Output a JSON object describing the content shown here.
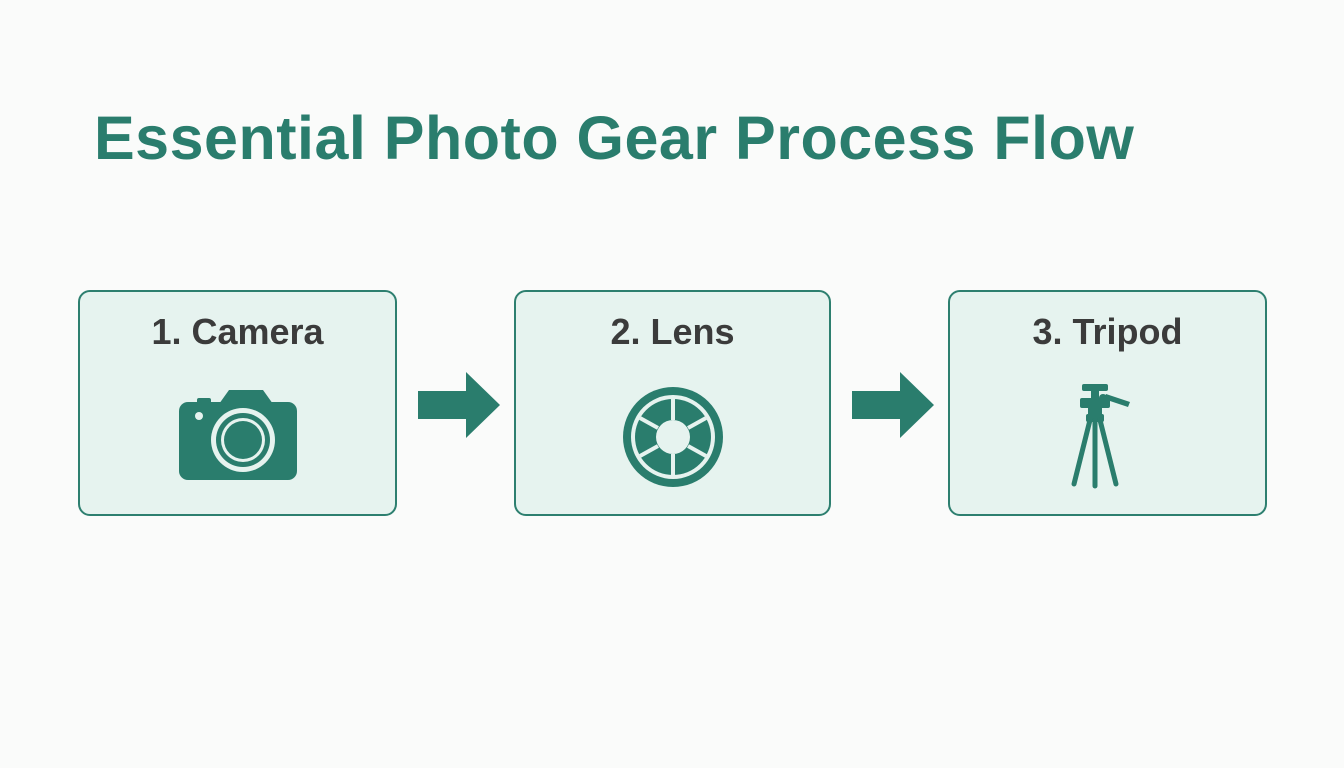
{
  "title": "Essential Photo Gear Process Flow",
  "steps": [
    {
      "label": "1. Camera",
      "icon": "camera-icon"
    },
    {
      "label": "2. Lens",
      "icon": "lens-icon"
    },
    {
      "label": "3. Tripod",
      "icon": "tripod-icon"
    }
  ],
  "colors": {
    "accent": "#2a7d6d",
    "box_fill": "#e6f3ef",
    "box_border": "#2d7f6f",
    "label_text": "#3b3b3b",
    "background": "#fafbfa"
  }
}
